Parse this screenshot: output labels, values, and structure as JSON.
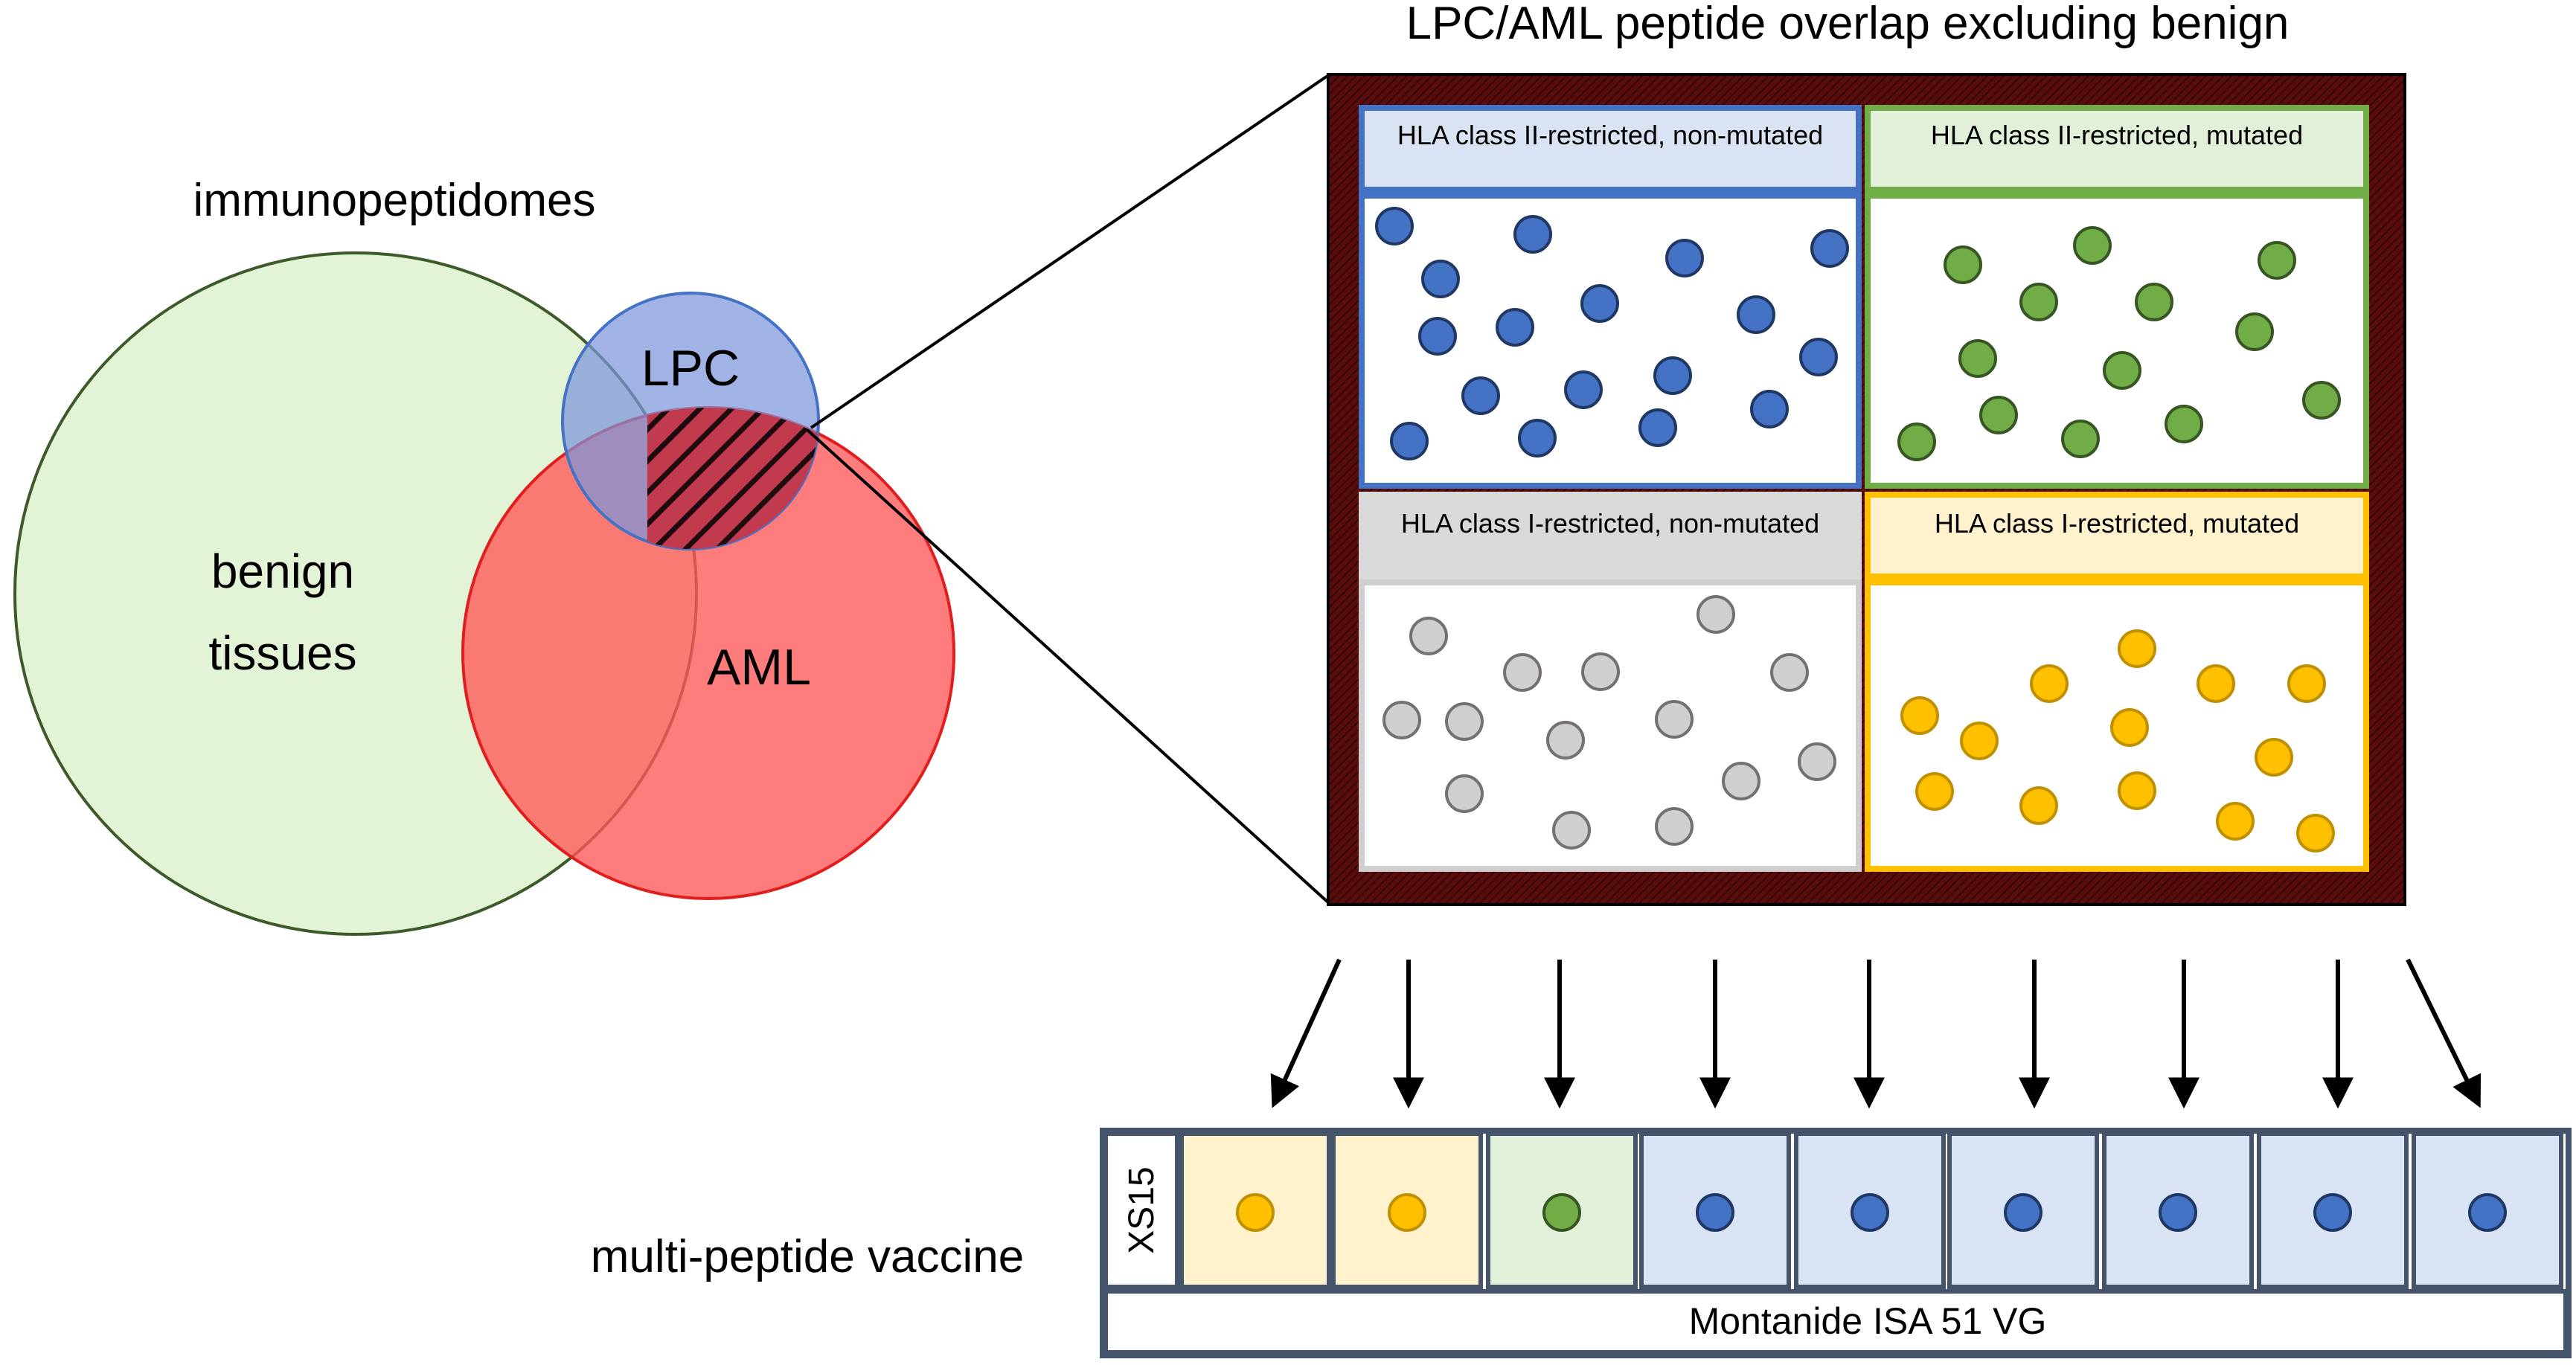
{
  "title": "LPC/AML peptide overlap excluding benign",
  "venn": {
    "heading": "immunopeptidomes",
    "benign_line1": "benign",
    "benign_line2": "tissues",
    "lpc": "LPC",
    "aml": "AML"
  },
  "panels": {
    "class2_nonmutated": "HLA class II-restricted, non-mutated",
    "class2_mutated": "HLA class II-restricted, mutated",
    "class1_nonmutated": "HLA class I-restricted, non-mutated",
    "class1_mutated": "HLA class I-restricted, mutated"
  },
  "vaccine": {
    "label": "multi-peptide vaccine",
    "adjuvant": "XS15",
    "emulsion": "Montanide ISA 51 VG"
  },
  "colors": {
    "benign_fill": "#e3f3d6",
    "lpc_fill": "#7b96d9",
    "aml_fill": "#ff5757",
    "frame": "#5a0d0d",
    "blue": "#4472c4",
    "green": "#70ad47",
    "grey": "#bfbfbf",
    "yellow": "#ffc000"
  }
}
